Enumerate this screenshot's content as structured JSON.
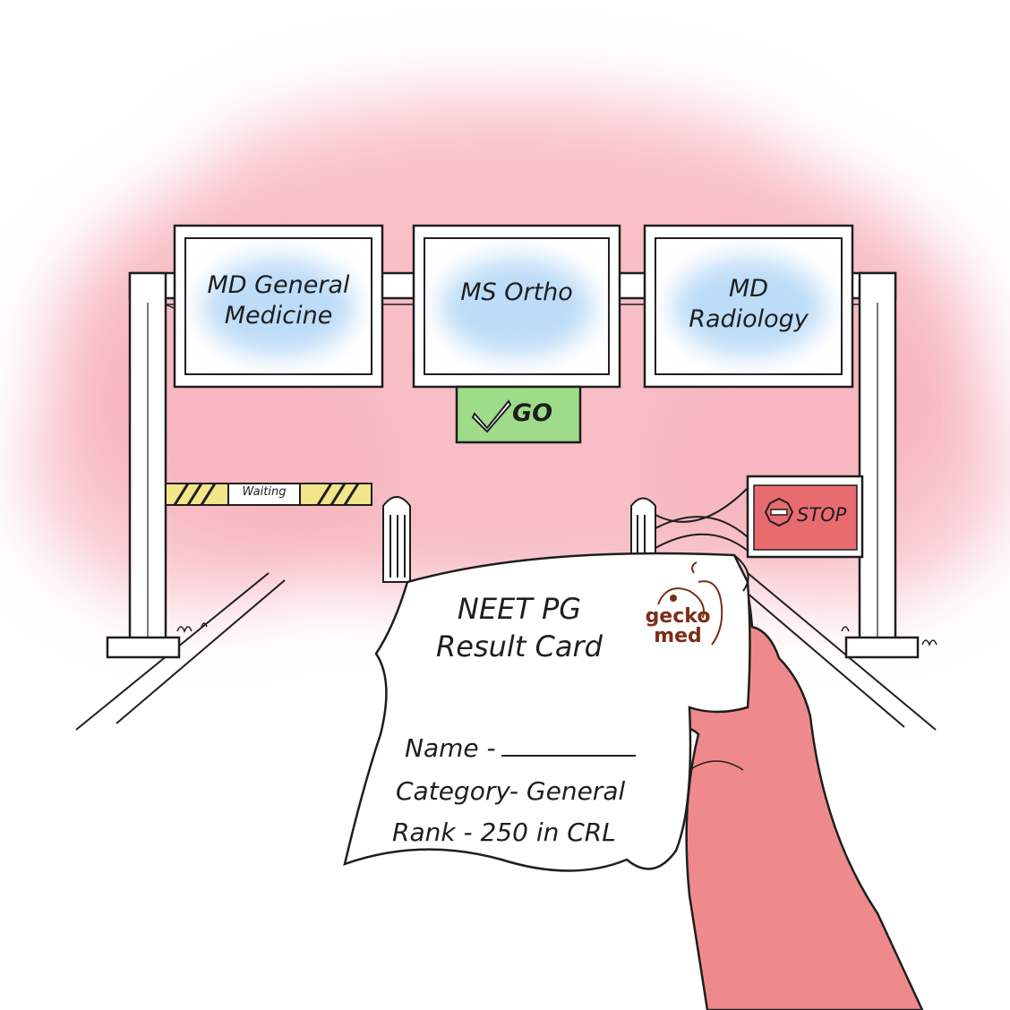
{
  "signs": [
    {
      "lines": [
        "MD General",
        "Medicine"
      ]
    },
    {
      "lines": [
        "MS Ortho"
      ]
    },
    {
      "lines": [
        "MD",
        "Radiology"
      ]
    }
  ],
  "go_sign": {
    "label": "GO",
    "icon": "checkmark-icon",
    "color": "#9fdc8a"
  },
  "stop_sign": {
    "label": "STOP",
    "icon": "no-entry-icon",
    "color": "#e86b70"
  },
  "barrier": {
    "label": "Waiting",
    "color": "#f2e58a"
  },
  "card": {
    "title_line1": "NEET PG",
    "title_line2": "Result Card",
    "name_label": "Name -",
    "category_line": "Category-  General",
    "rank_line": "Rank - 250 in CRL"
  },
  "logo": {
    "text_top": "gecko",
    "text_bottom": "med",
    "color": "#7a2e18"
  },
  "colors": {
    "background_wash": "#f7b3bd",
    "sign_glow": "#bcdcf7",
    "hand": "#ef8a8c",
    "ink": "#1e1e1e"
  }
}
